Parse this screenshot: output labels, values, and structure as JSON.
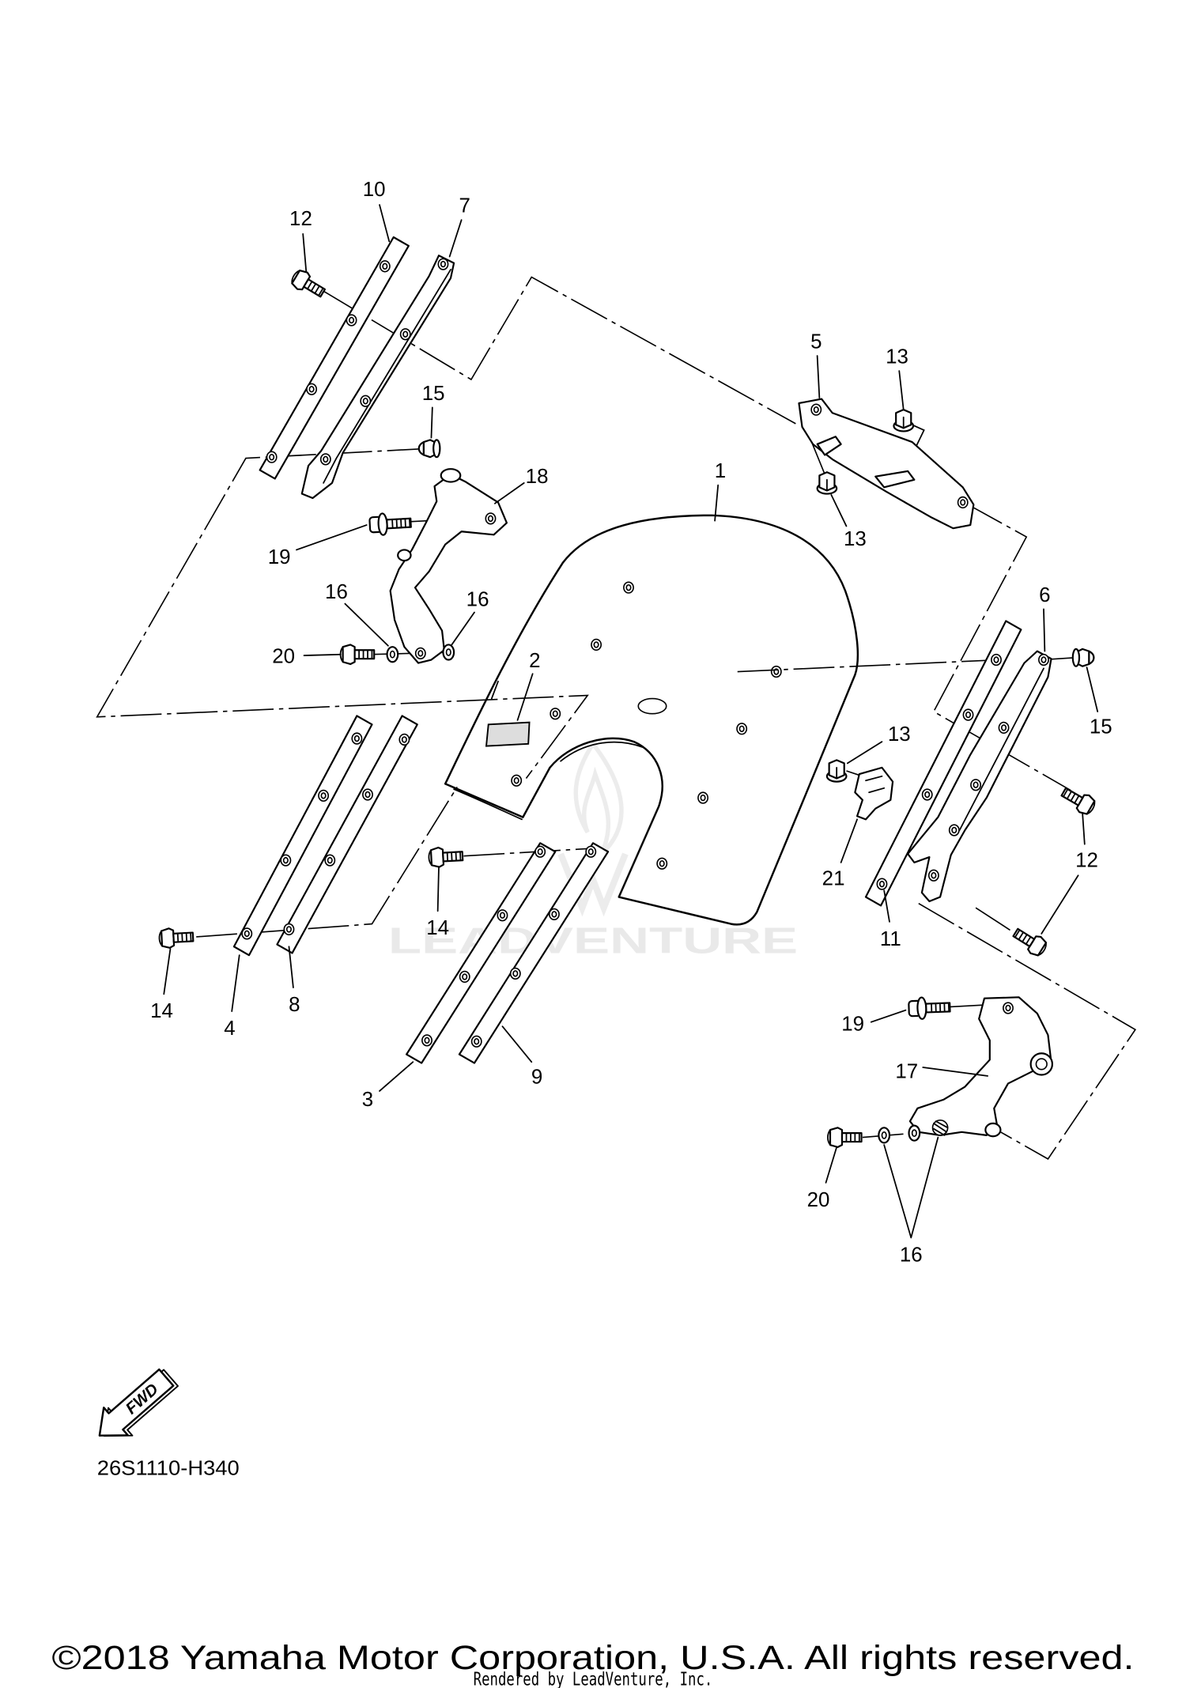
{
  "diagram": {
    "callouts": [
      "10",
      "7",
      "12",
      "5",
      "13",
      "15",
      "1",
      "18",
      "13",
      "19",
      "6",
      "16",
      "16",
      "20",
      "2",
      "15",
      "13",
      "12",
      "21",
      "14",
      "11",
      "14",
      "8",
      "4",
      "19",
      "17",
      "9",
      "3",
      "20",
      "16"
    ],
    "fwd_label": "FWD",
    "part_code": "26S1110-H340",
    "watermark": "LEADVENTURE"
  },
  "footer": {
    "copyright": "©2018 Yamaha Motor Corporation, U.S.A. All rights reserved.",
    "rendered_by": "Rendered by LeadVenture, Inc."
  },
  "colors": {
    "line": "#000000",
    "background": "#ffffff",
    "watermark": "#e9e9e9"
  }
}
